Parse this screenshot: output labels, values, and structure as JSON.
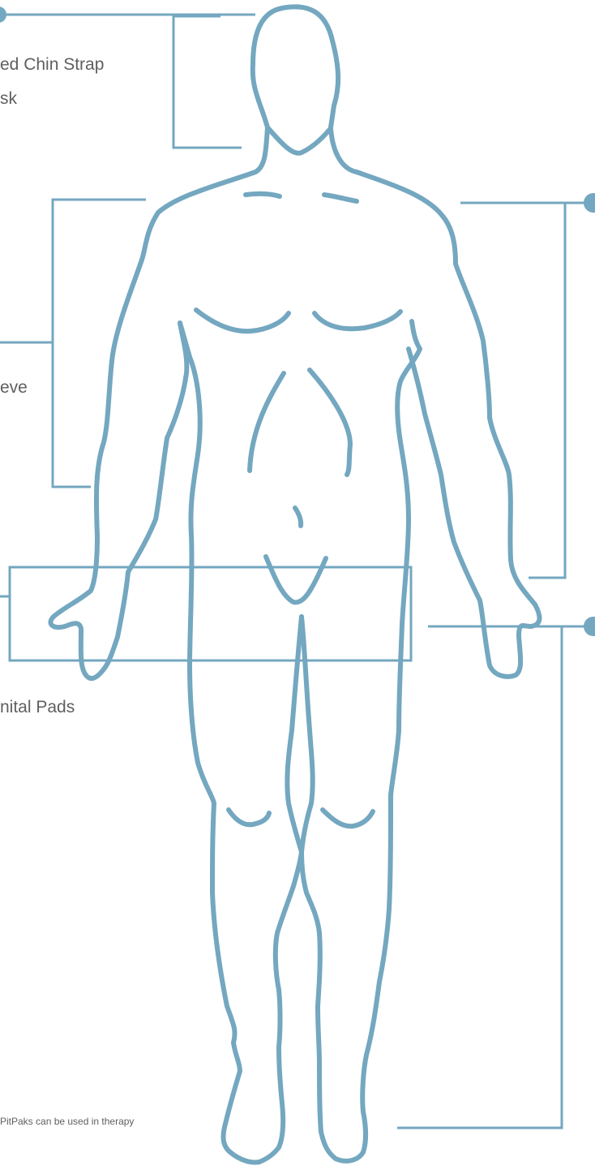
{
  "colors": {
    "outline": "#74a7c0",
    "connector": "#74a7c0",
    "text": "#5f5f5f",
    "background": "#ffffff"
  },
  "labels": {
    "head_line1": "ed Chin Strap",
    "head_line2": "sk",
    "arm": "eve",
    "groin": "nital Pads",
    "footnote": "PitPaks can be used in therapy"
  }
}
